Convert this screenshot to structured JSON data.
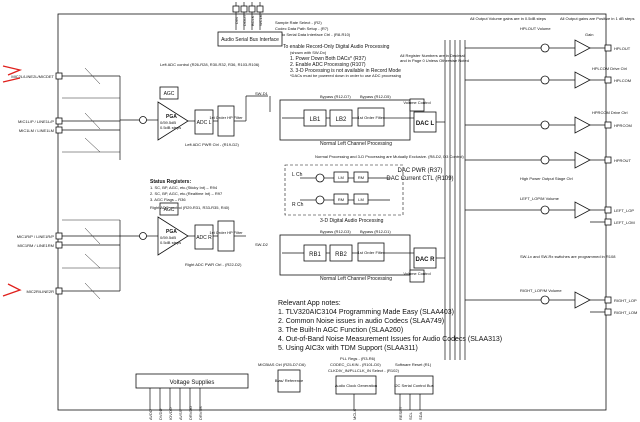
{
  "top_pins": [
    "DIN",
    "DOUT",
    "BCLK",
    "WCLK"
  ],
  "bottom_pins": [
    "AVDD",
    "DVDD",
    "IOVDD",
    "AVSS",
    "DRVDD",
    "DRVSS",
    "MCLK",
    "RESET",
    "SCL",
    "SDA"
  ],
  "left_pins": [
    "MIC2L/LINE2L/MICDET",
    "MIC1L/P / LINE1L/P",
    "MIC1LM / LINE1LM",
    "MIC1R/P / LINE1R/P",
    "MIC1RM / LINE1RM",
    "MIC2R/LINE2R"
  ],
  "right_pins": [
    "HPLOUT",
    "HPLCOM",
    "HPRCOM",
    "HPROUT",
    "LEFT_LOP",
    "LEFT_LOM",
    "RIGHT_LOP",
    "RIGHT_LOM"
  ],
  "header": {
    "sample_rate": "Sample Rate Select - (R2)",
    "codec_rate": "Codec Data Path Setup - (R7)",
    "serial_ctrl": "Audio Serial Data Interface Ctrl - (R8-R10)",
    "serial_bus": "Audio Serial Bus Interface"
  },
  "record_notes": {
    "title": "To enable Record-Only Digital Audio Processing",
    "sub": "(shown with SW-Dx)",
    "n1": "1. Power Down Both DACs* (R37)",
    "n2": "2. Enable ADC Processing (R107)",
    "n3": "3. 3-D Processing is not available in Record Mode",
    "n4": "*DACs must be powered down in order to use ADC processing"
  },
  "register_note": {
    "l1": "All Register Numbers are in Decimal",
    "l2": "and in Page 0 Unless Otherwise Noted"
  },
  "status_registers": {
    "title": "Status Registers:",
    "l1": "1. SC, BP, AGC, etc.(Sticky Int) – R94",
    "l2": "2. SC, BP, AGC, etc.(Realtime Int) – R97",
    "l3": "3. AGC Flags – R36"
  },
  "blocks": {
    "agc": "AGC",
    "pga": "PGA",
    "pga_range": "0/59.5dB",
    "pga_step": "0.5dB steps",
    "adc_l": "ADC L",
    "adc_r": "ADC R",
    "filter": "1st Order HP Filter",
    "lb1": "LB1",
    "lb2": "LB2",
    "rb1": "RB1",
    "rb2": "RB2",
    "order1": "1st Order Filter",
    "dac_l": "DAC L",
    "dac_r": "DAC R",
    "vol": "Volume Control",
    "dac_pwr": "DAC PWR (R37)",
    "dac_current": "DAC Current CTL (R109)",
    "lm": "LM",
    "rm": "RM",
    "rm_b": "RM",
    "lm_b": "LM",
    "l_ch": "L Ch",
    "r_ch": "R Ch",
    "d3": "3-D Digital Audio Processing",
    "normal_left": "Normal Left Channel Processing",
    "normal_right": "Normal Left Channel Processing",
    "mutual": "Normal Processing and 3-D Processing are Mutually Exclusive. (R8-D2, D3 Control)",
    "hp_stage": "High Power Output Stage Ctrl",
    "voltage": "Voltage Supplies",
    "bias": "Bias/ Reference",
    "micbias": "MICBIAS Ctrl (R25-D7:D6)",
    "pll": "PLL Regs - (R3-R6)",
    "codec_clk": "CODEC_CLKIN - (R101-D0)",
    "clkdiv": "CLKDIV_IN/PLLCLK_IN Select - (R102)",
    "audio_clock": "Audio Clock Generation",
    "sw_reset": "Software Reset (R1)",
    "i2c": "I2C Serial Control Bus",
    "gain": "Gain",
    "gain_range": "0/-78dB",
    "hplout_vol": "HPLOUT Volume",
    "all_output_gain": "All Output Volume gains are in 0.5dB steps",
    "all_gain_range": "All Output gains are Positive in 1 dB steps",
    "hplcom_drive": "HPLCOM Drive Ctrl",
    "hprcom_drive": "HPRCOM Drive Ctrl",
    "left_lop": "LEFT_LOP/M Volume",
    "right_lop": "RIGHT_LOP/M Volume",
    "sw_note": "SW-Lx and SW-Rx switches are programmed in R108",
    "left_adc_pwr": "Left ADC PWR Ctrl - (R19-D2)",
    "right_adc_pwr": "Right ADC PWR Ctrl - (R22-D2)",
    "left_adc_ctrl": "Left ADC control (R26-R28, R30-R32, R36, R103-R106)",
    "right_adc_ctrl": "Right ADC control (R29-R31, R33-R35, R40)",
    "bypass_l": "Bypass (R12-D7)",
    "bypass_l2": "Bypass (R12-D5)",
    "bypass_r": "Bypass (R12-D3)",
    "bypass_r2": "Bypass (R12-D1)",
    "mux_label": "R107"
  },
  "app_notes": {
    "title": "Relevant App notes:",
    "n1": "1. TLV320AIC3104 Programming Made Easy (SLAA403)",
    "n2": "2. Common Noise issues in audio Codecs (SLAA749)",
    "n3": "3. The Built-In AGC Function (SLAA260)",
    "n4": "4. Out-of-Band Noise Measurement Issues for Audio Codecs (SLAA313)",
    "n5": "5. Using AIC3x with TDM Support (SLAA311)"
  },
  "colors": {
    "annotation": "#e0201c",
    "line": "#111111"
  }
}
